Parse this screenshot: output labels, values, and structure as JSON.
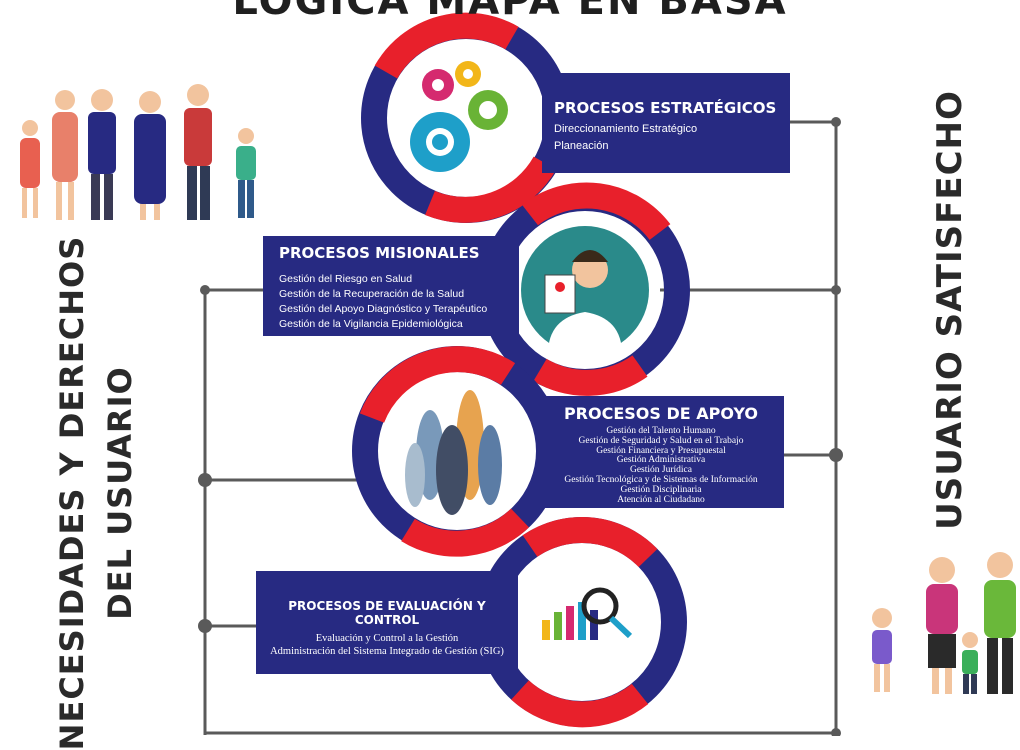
{
  "title": "LOGICA MAPA EN BASA",
  "left_label": [
    "NECESIDADES Y DERECHOS",
    "DEL USUARIO"
  ],
  "right_label": "USUARIO SATISFECHO",
  "processes": [
    {
      "title": "PROCESOS ESTRATÉGICOS",
      "items": [
        "Direccionamiento Estratégico",
        "Planeación"
      ]
    },
    {
      "title": "PROCESOS MISIONALES",
      "items": [
        "Gestión del Riesgo en Salud",
        "Gestión de la Recuperación de la Salud",
        "Gestión del Apoyo Diagnóstico y Terapéutico",
        "Gestión de la Vigilancia Epidemiológica"
      ]
    },
    {
      "title": "PROCESOS DE APOYO",
      "items": [
        "Gestión del Talento Humano",
        "Gestión de Seguridad y Salud en el Trabajo",
        "Gestión Financiera y Presupuestal",
        "Gestión Administrativa",
        "Gestión Jurídica",
        "Gestión Tecnológica y de Sistemas de Información",
        "Gestión Disciplinaria",
        "Atención al Ciudadano"
      ]
    },
    {
      "title": "PROCESOS DE EVALUACIÓN Y CONTROL",
      "items": [
        "Evaluación y Control a la Gestión",
        "Administración del Sistema Integrado de Gestión (SIG)"
      ]
    }
  ],
  "icons": [
    "gears-icon",
    "doctor-icon",
    "team-icon",
    "chart-magnifier-icon"
  ],
  "people": [
    "family-group-illustration",
    "family-satisfied-illustration"
  ],
  "colors": {
    "navy": "#272a82",
    "red": "#e8202b",
    "line": "#5a5a5a",
    "teal": "#2a8a8a"
  }
}
